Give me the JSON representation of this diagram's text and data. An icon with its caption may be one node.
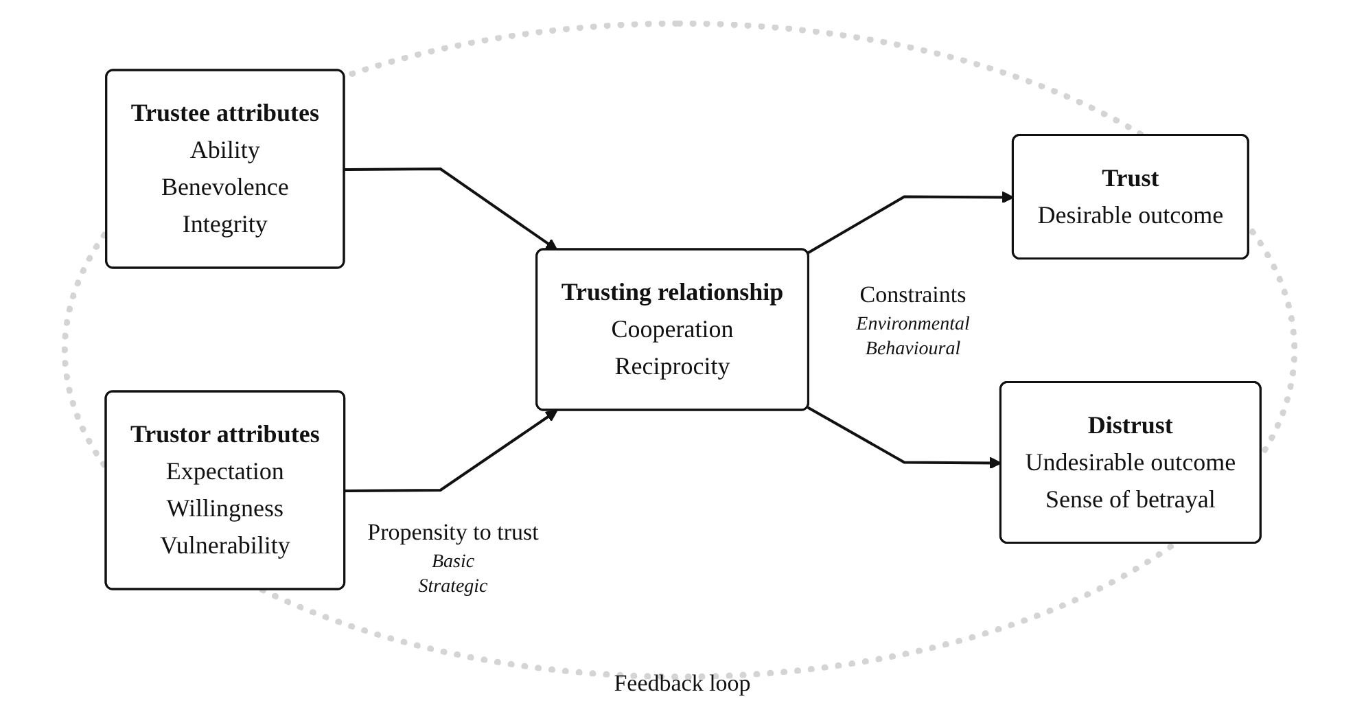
{
  "diagram": {
    "nodes": [
      {
        "text": [
          "Trustee attributes",
          "Ability",
          "Benevolence",
          "Integrity"
        ]
      },
      {
        "text": [
          "Trustor attributes",
          "Expectation",
          "Willingness",
          "Vulnerability"
        ]
      },
      {
        "text": [
          "Trusting relationship",
          "Cooperation",
          "Reciprocity"
        ]
      },
      {
        "text": [
          "Trust",
          "Desirable outcome"
        ]
      },
      {
        "text": [
          "Distrust",
          "Undesirable outcome",
          "Sense of betrayal"
        ]
      }
    ],
    "edges": [
      {
        "from": 0,
        "to": 2,
        "arrow": "to"
      },
      {
        "from": 1,
        "to": 2,
        "arrow": "to"
      },
      {
        "from": 2,
        "to": 3,
        "arrow": "to"
      },
      {
        "from": 2,
        "to": 4,
        "arrow": "to"
      }
    ],
    "labels": [
      "Constraints",
      "Environmental",
      "Behavioural",
      "Propensity to trust",
      "Basic",
      "Strategic",
      "Feedback loop"
    ]
  }
}
